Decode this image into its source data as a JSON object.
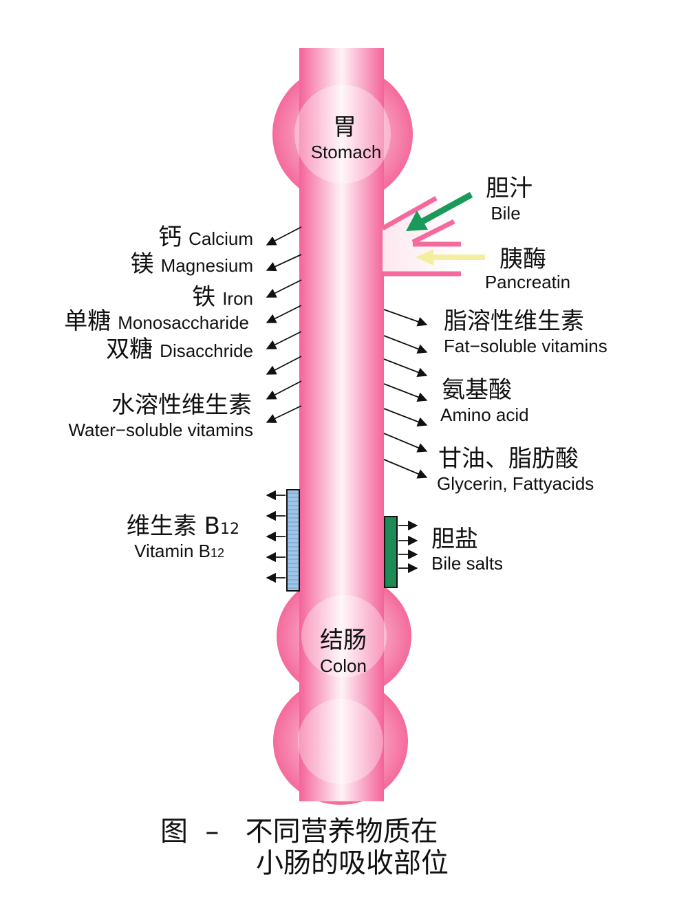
{
  "organs": {
    "stomach": {
      "zh": "胃",
      "en": "Stomach"
    },
    "colon": {
      "zh": "结肠",
      "en": "Colon"
    }
  },
  "inputs": {
    "bile": {
      "zh": "胆汁",
      "en": "Bile",
      "arrow_color": "#1a9a5a"
    },
    "pancreatin": {
      "zh": "胰酶",
      "en": "Pancreatin",
      "arrow_color": "#f4efa0"
    }
  },
  "left_labels": {
    "calcium": {
      "zh": "钙",
      "en": "Calcium"
    },
    "magnesium": {
      "zh": "镁",
      "en": "Magnesium"
    },
    "iron": {
      "zh": "铁",
      "en": "Iron"
    },
    "monosaccharide": {
      "zh": "单糖",
      "en": "Monosaccharide"
    },
    "disaccharide": {
      "zh": "双糖",
      "en": "Disacchride"
    },
    "water_soluble": {
      "zh": "水溶性维生素",
      "en": "Water−soluble vitamins"
    },
    "b12": {
      "zh": "维生素 B",
      "zh_sub": "12",
      "en": "Vitamin B",
      "en_sub": "12",
      "band_color": "#9fc6e8"
    }
  },
  "right_labels": {
    "fat_soluble": {
      "zh": "脂溶性维生素",
      "en": "Fat−soluble vitamins"
    },
    "amino": {
      "zh": "氨基酸",
      "en": "Amino acid"
    },
    "glycerin": {
      "zh": "甘油、脂肪酸",
      "en": "Glycerin, Fattyacids"
    },
    "bile_salts": {
      "zh": "胆盐",
      "en": "Bile salts",
      "band_color": "#1e8a55"
    }
  },
  "caption": {
    "line1": "图  –   不同营养物质在",
    "line2": "小肠的吸收部位"
  },
  "colors": {
    "wall": "#f46a9c",
    "lumen": "#ffffff"
  }
}
